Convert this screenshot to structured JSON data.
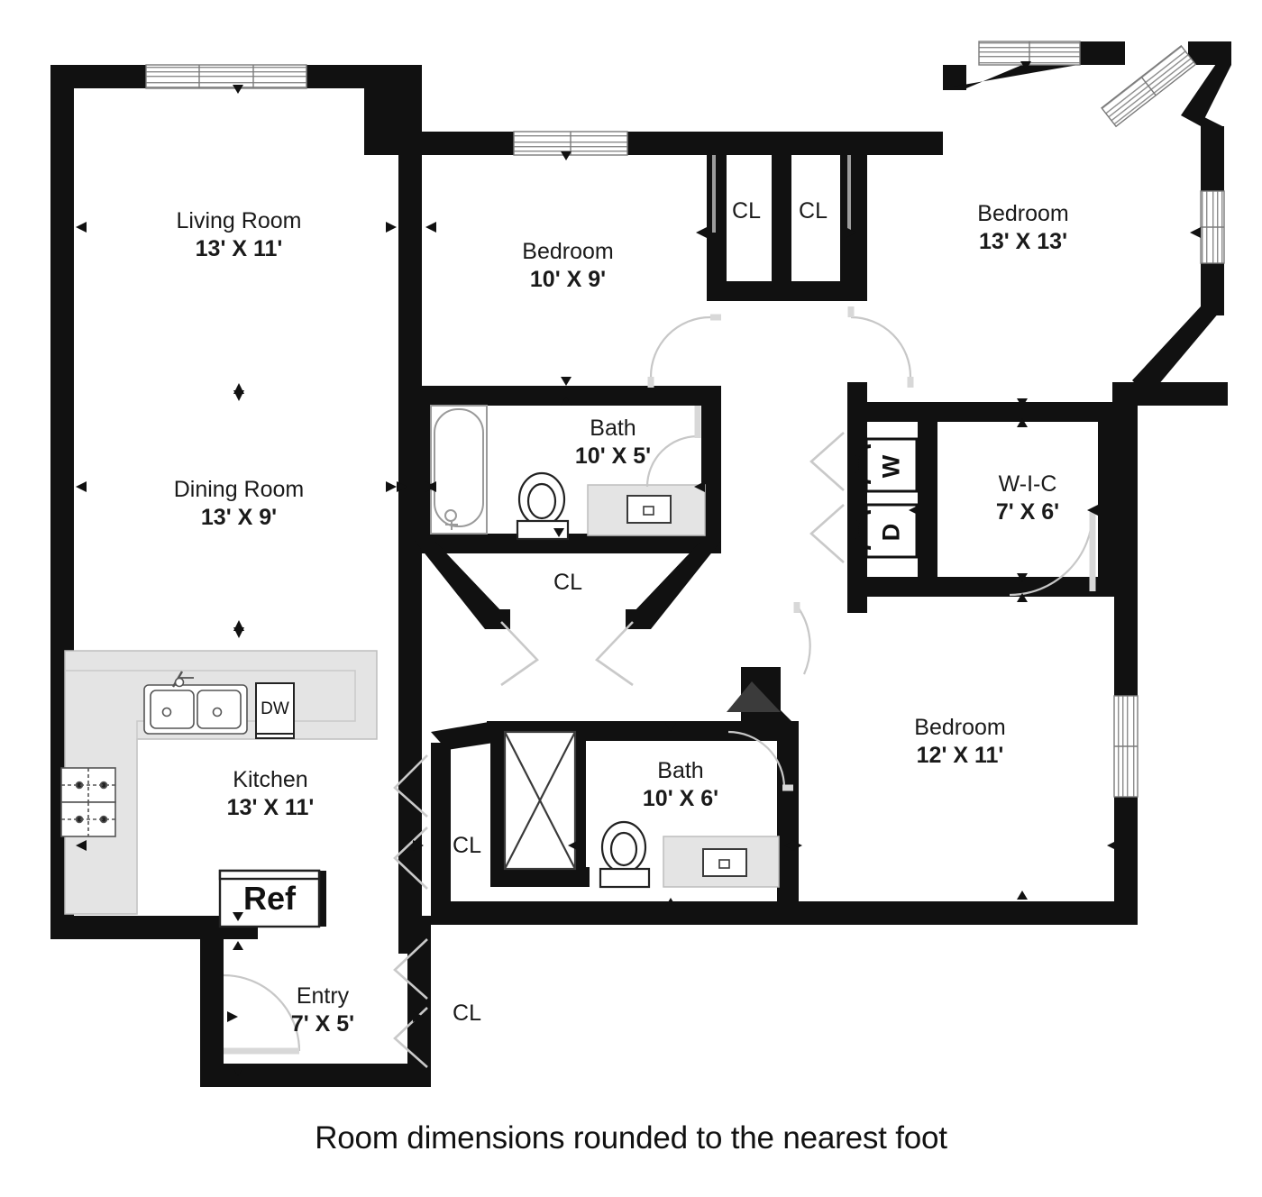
{
  "plan": {
    "caption": "Room dimensions rounded to the nearest foot",
    "colors": {
      "wall": "#111111",
      "wall_accent": "#3b3b3b",
      "counter": "#e4e4e4",
      "background": "#ffffff",
      "text": "#1a1a1a"
    }
  },
  "rooms": [
    {
      "id": "living-room",
      "name": "Living Room",
      "dim": "13' X 11'"
    },
    {
      "id": "dining-room",
      "name": "Dining Room",
      "dim": "13' X 9'"
    },
    {
      "id": "kitchen",
      "name": "Kitchen",
      "dim": "13' X 11'"
    },
    {
      "id": "entry",
      "name": "Entry",
      "dim": "7' X 5'"
    },
    {
      "id": "bedroom-small",
      "name": "Bedroom",
      "dim": "10' X 9'"
    },
    {
      "id": "bedroom-large",
      "name": "Bedroom",
      "dim": "13' X 13'"
    },
    {
      "id": "bedroom-rear",
      "name": "Bedroom",
      "dim": "12' X 11'"
    },
    {
      "id": "bath-upper",
      "name": "Bath",
      "dim": "10' X 5'"
    },
    {
      "id": "bath-lower",
      "name": "Bath",
      "dim": "10' X 6'"
    },
    {
      "id": "walk-in-closet",
      "name": "W-I-C",
      "dim": "7' X 6'"
    }
  ],
  "closets": [
    {
      "id": "closet-bedroom-small",
      "label": "CL"
    },
    {
      "id": "closet-bedroom-large",
      "label": "CL"
    },
    {
      "id": "closet-hall-bay",
      "label": "CL"
    },
    {
      "id": "closet-hall-upper",
      "label": "CL"
    },
    {
      "id": "closet-hall-lower",
      "label": "CL"
    }
  ],
  "appliances": [
    {
      "id": "washer",
      "label": "W"
    },
    {
      "id": "dryer",
      "label": "D"
    },
    {
      "id": "dishwasher",
      "label": "DW"
    },
    {
      "id": "refrigerator",
      "label": "Ref"
    }
  ]
}
